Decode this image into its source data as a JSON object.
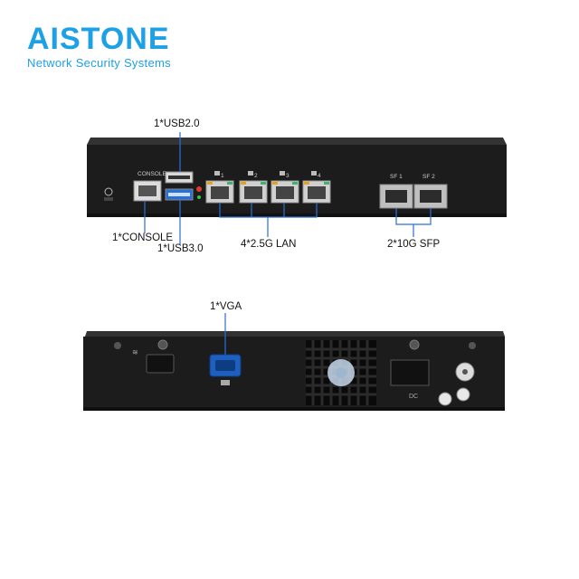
{
  "brand": {
    "name": "AISTONE",
    "tagline": "Network Security Systems",
    "color": "#1ea0e6"
  },
  "front_panel": {
    "console_label": "CONSOLE",
    "lan_port_numbers": [
      "1",
      "2",
      "3",
      "4"
    ],
    "sfp_port_labels": [
      "SF 1",
      "SF 2"
    ],
    "callouts": {
      "usb2": "1*USB2.0",
      "console": "1*CONSOLE",
      "usb3": "1*USB3.0",
      "lan": "4*2.5G LAN",
      "sfp": "2*10G SFP"
    }
  },
  "rear_panel": {
    "callouts": {
      "vga": "1*VGA"
    },
    "dc_label": "DC"
  },
  "colors": {
    "chassis": "#1c1c1c",
    "port_amber": "#e8a21a",
    "port_green": "#3cb371",
    "usb3_blue": "#2a6fd6",
    "vga_blue": "#1f5fbf"
  }
}
